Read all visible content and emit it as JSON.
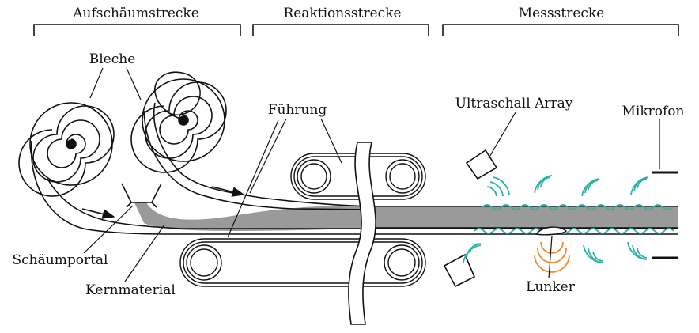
{
  "sections": {
    "foaming": "Aufschäumstrecke",
    "reaction": "Reaktionsstrecke",
    "measurement": "Messstrecke"
  },
  "labels": {
    "sheets": "Bleche",
    "guide": "Führung",
    "ultrasound_array": "Ultraschall Array",
    "microphone": "Mikrofon",
    "foaming_portal": "Schäumportal",
    "core_material": "Kernmaterial",
    "void": "Lunker"
  },
  "colors": {
    "core": "#9a9a9a",
    "ultrasound_wave": "#2ab3a7",
    "void_wave": "#f08a32",
    "line": "#111111"
  }
}
